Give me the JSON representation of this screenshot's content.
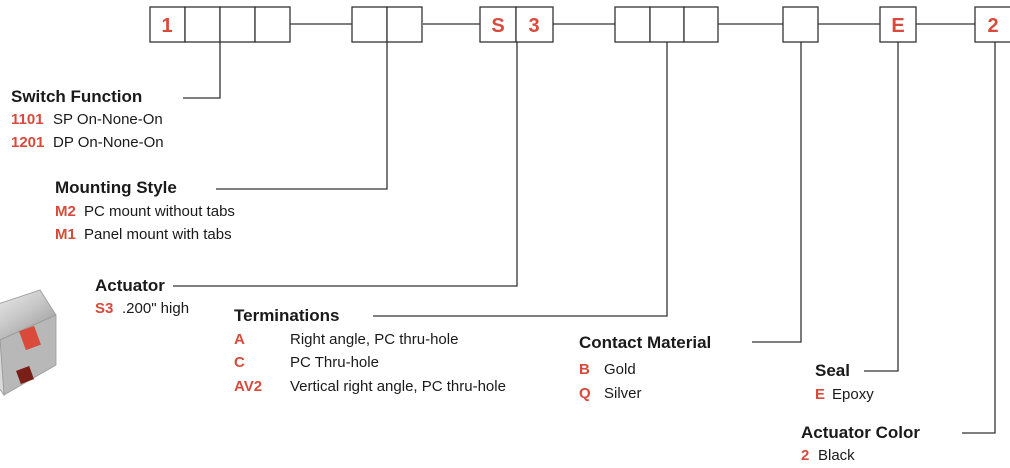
{
  "part_number": {
    "boxes": [
      "1",
      "",
      "",
      "",
      "",
      "",
      "S",
      "3",
      "",
      "",
      "",
      "",
      "E",
      "2"
    ]
  },
  "colors": {
    "accent": "#d94a3b",
    "line": "#333333"
  },
  "sections": {
    "switch_function": {
      "label": "Switch Function",
      "options": [
        {
          "code": "1101",
          "text": "SP On-None-On"
        },
        {
          "code": "1201",
          "text": "DP On-None-On"
        }
      ]
    },
    "mounting_style": {
      "label": "Mounting Style",
      "options": [
        {
          "code": "M2",
          "text": "PC mount without tabs"
        },
        {
          "code": "M1",
          "text": "Panel mount with tabs"
        }
      ]
    },
    "actuator": {
      "label": "Actuator",
      "options": [
        {
          "code": "S3",
          "text": ".200\" high"
        }
      ]
    },
    "terminations": {
      "label": "Terminations",
      "options": [
        {
          "code": "A",
          "text": "Right angle, PC thru-hole"
        },
        {
          "code": "C",
          "text": "PC Thru-hole"
        },
        {
          "code": "AV2",
          "text": "Vertical right angle, PC thru-hole"
        }
      ]
    },
    "contact_material": {
      "label": "Contact Material",
      "options": [
        {
          "code": "B",
          "text": "Gold"
        },
        {
          "code": "Q",
          "text": "Silver"
        }
      ]
    },
    "seal": {
      "label": "Seal",
      "options": [
        {
          "code": "E",
          "text": "Epoxy"
        }
      ]
    },
    "actuator_color": {
      "label": "Actuator Color",
      "options": [
        {
          "code": "2",
          "text": "Black"
        }
      ]
    }
  }
}
